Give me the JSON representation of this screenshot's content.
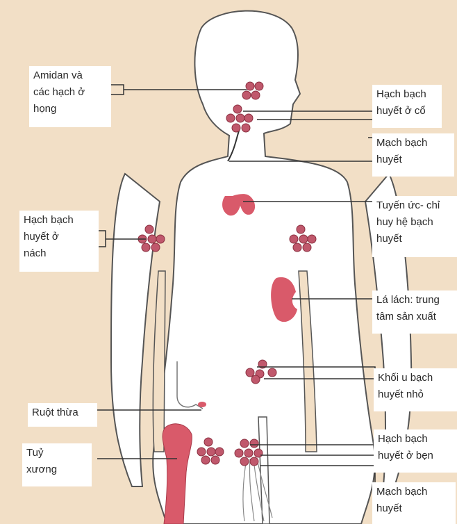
{
  "labels": {
    "tonsils": "Amidan và\ncác hạch ở\nhọng",
    "neck_nodes": "Hạch bạch\nhuyết ở cổ",
    "lymph_vessel_top": "Mạch bạch\nhuyết",
    "thymus": "Tuyến ức- chỉ\nhuy hệ bạch\nhuyết",
    "armpit_nodes": "Hạch bạch\nhuyết ở\nnách",
    "spleen": "Lá lách: trung\ntâm sản xuất",
    "small_nodes": "Khối u bạch\nhuyết nhỏ",
    "appendix": "Ruột thừa",
    "groin_nodes": "Hạch bạch\nhuyết ở bẹn",
    "bone_marrow": "Tuỷ\nxương",
    "lymph_vessel_bottom": "Mạch bạch\nhuyết"
  },
  "colors": {
    "background": "#f2dfc6",
    "body_fill": "#ffffff",
    "outline": "#555555",
    "node_fill": "#c0586c",
    "organ_fill": "#d95a6a"
  }
}
